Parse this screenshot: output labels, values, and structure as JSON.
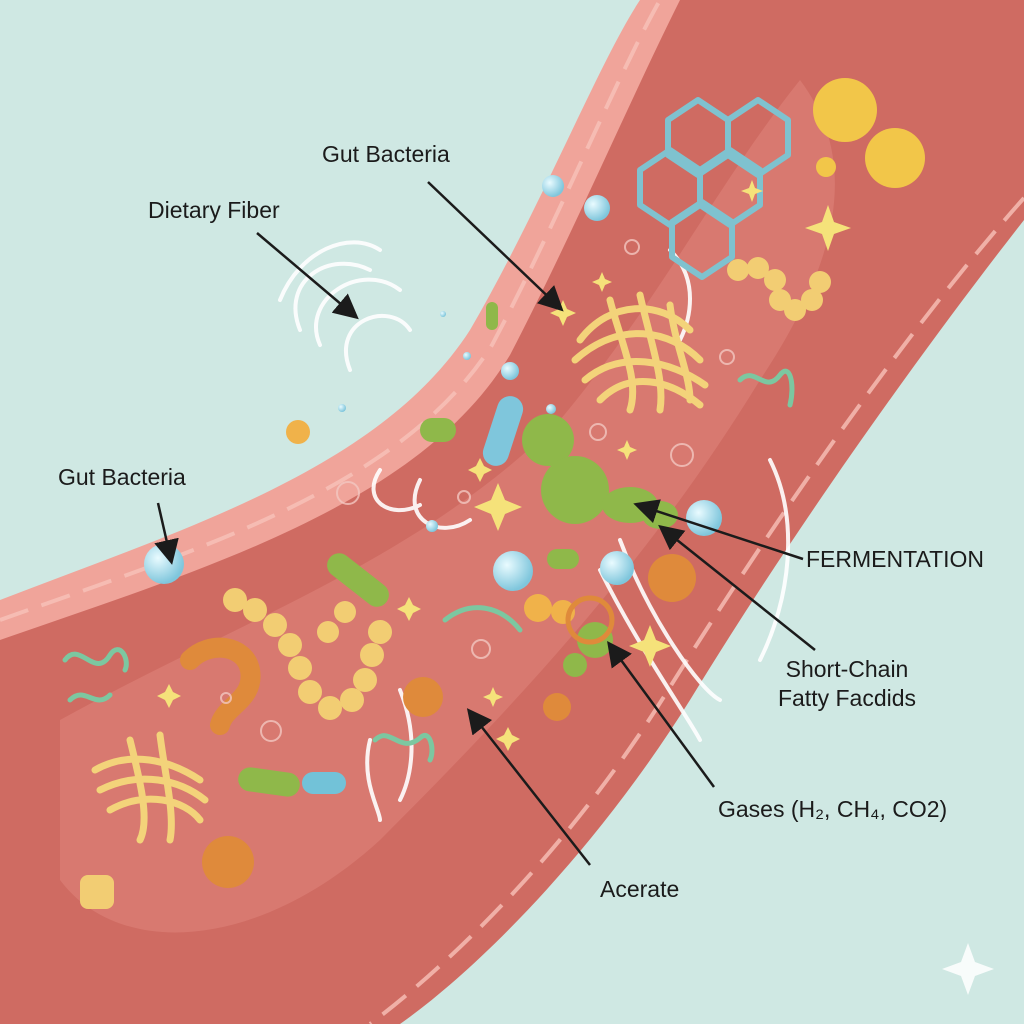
{
  "labels": {
    "gut_bacteria_top": "Gut Bacteria",
    "dietary_fiber": "Dietary Fiber",
    "gut_bacteria_left": "Gut Bacteria",
    "fermentation": "FERMENTATION",
    "scfa_line1": "Short-Chain",
    "scfa_line2": "Fatty Facdids",
    "gases": "Gases (H₂, CH₄, CO2)",
    "acerate": "Acerate"
  },
  "colors": {
    "background": "#cfe8e3",
    "gut_wall": "#f0a49a",
    "gut_lumen": "#cf6b62",
    "bacteria_green": "#8fb84a",
    "bacteria_blue": "#8fd3e6",
    "fiber_yellow": "#f3d37a",
    "particle_orange": "#df8a3b"
  }
}
